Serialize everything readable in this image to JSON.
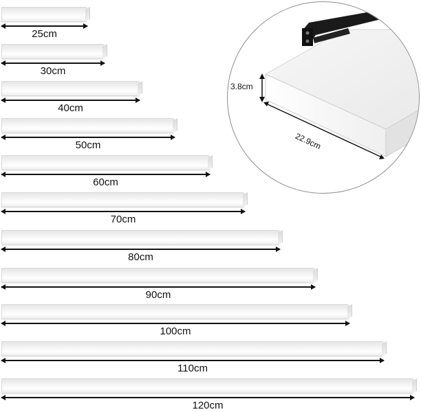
{
  "shelves": [
    {
      "label": "25cm"
    },
    {
      "label": "30cm"
    },
    {
      "label": "40cm"
    },
    {
      "label": "50cm"
    },
    {
      "label": "60cm"
    },
    {
      "label": "70cm"
    },
    {
      "label": "80cm"
    },
    {
      "label": "90cm"
    },
    {
      "label": "100cm"
    },
    {
      "label": "110cm"
    },
    {
      "label": "120cm"
    }
  ],
  "detail": {
    "thickness_label": "3.8cm",
    "depth_label": "22.9cm"
  },
  "colors": {
    "shelf": "#f4f4f4",
    "bracket": "#1a1a1a",
    "dimension": "#111111"
  }
}
